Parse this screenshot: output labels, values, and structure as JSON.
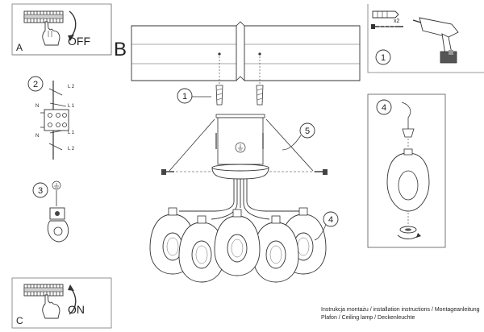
{
  "panels": {
    "a": {
      "letter": "A",
      "switch_text": "OFF"
    },
    "b": {
      "letter": "B"
    },
    "c": {
      "letter": "C",
      "switch_text": "ON"
    }
  },
  "tools": {
    "screw_count": "x2"
  },
  "steps": {
    "s1_tools": "1",
    "s1_main": "1",
    "s2": "2",
    "s3": "3",
    "s4_side": "4",
    "s4_main": "4",
    "s5": "5"
  },
  "wires": {
    "top_l2": "L 2",
    "top_l1": "L 1",
    "bot_l1": "L 1",
    "bot_l2": "L 2",
    "n_top": "N",
    "n_bot": "N"
  },
  "caption": {
    "line1": "Instrukcja montażu / installation instructions / Montageanleitung",
    "line2": "Plafon / Ceiling lamp / Deckenleuchte"
  }
}
